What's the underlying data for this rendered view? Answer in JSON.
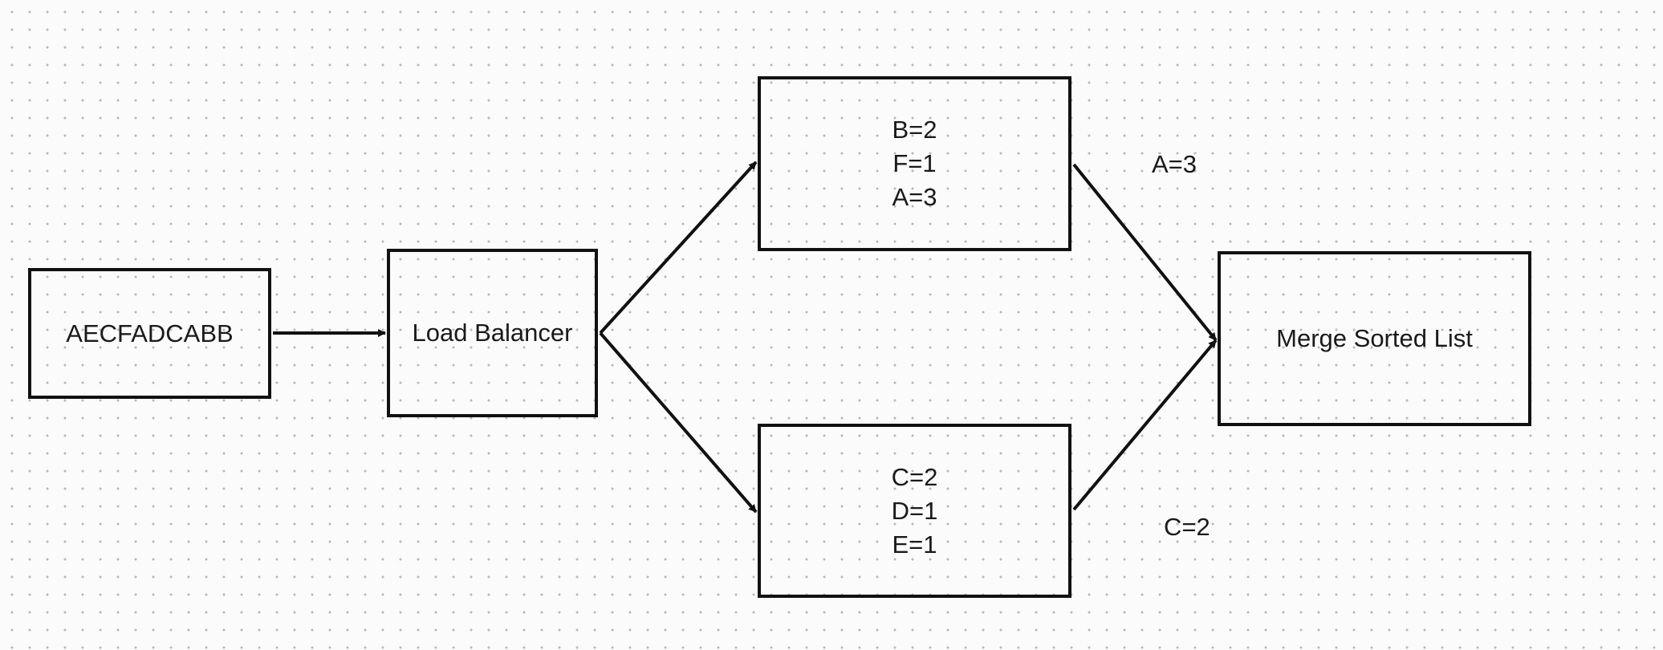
{
  "input_box": {
    "label": "AECFADCABB"
  },
  "load_balancer": {
    "label": "Load Balancer"
  },
  "worker_top": {
    "lines": [
      "B=2",
      "F=1",
      "A=3"
    ]
  },
  "worker_bottom": {
    "lines": [
      "C=2",
      "D=1",
      "E=1"
    ]
  },
  "merge_box": {
    "label": "Merge Sorted List"
  },
  "edge_labels": {
    "top": "A=3",
    "bottom": "C=2"
  }
}
